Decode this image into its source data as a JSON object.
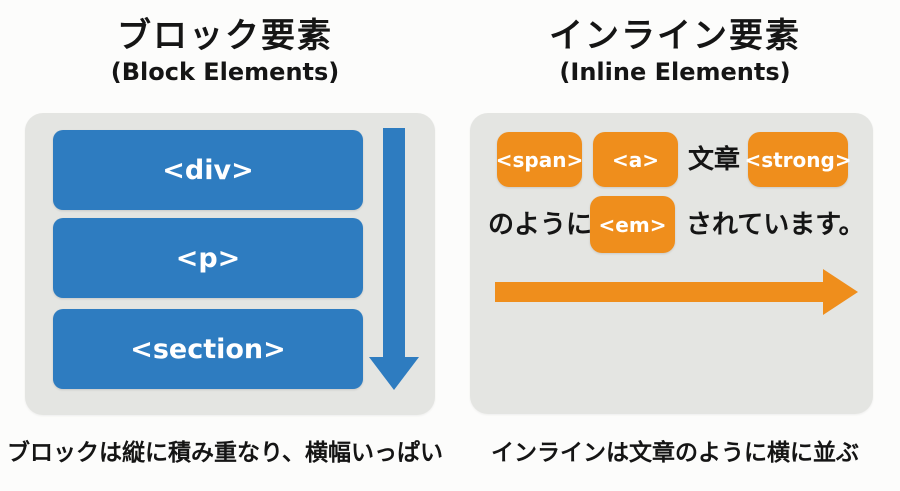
{
  "colors": {
    "blue": "#2e7cc0",
    "orange": "#ef8e1c",
    "panel_gray": "#e4e5e2",
    "text": "#151515",
    "background": "#fcfcfb"
  },
  "left_section": {
    "title_ja": "ブロック要素",
    "title_en": "(Block Elements)",
    "boxes": [
      "<div>",
      "<p>",
      "<section>"
    ],
    "arrow": "downward-flow-arrow",
    "caption": "ブロックは縦に積み重なり、横幅いっぱい"
  },
  "right_section": {
    "title_ja": "インライン要素",
    "title_en": "(Inline Elements)",
    "row1_box1": "<span>",
    "row1_box2": "<a>",
    "row1_text": "文章",
    "row1_box3": "<strong>",
    "row2_text_before": "のように",
    "row2_box": "<em>",
    "row2_text_after": "されています。",
    "arrow": "rightward-flow-arrow",
    "caption": "インラインは文章のように横に並ぶ"
  }
}
